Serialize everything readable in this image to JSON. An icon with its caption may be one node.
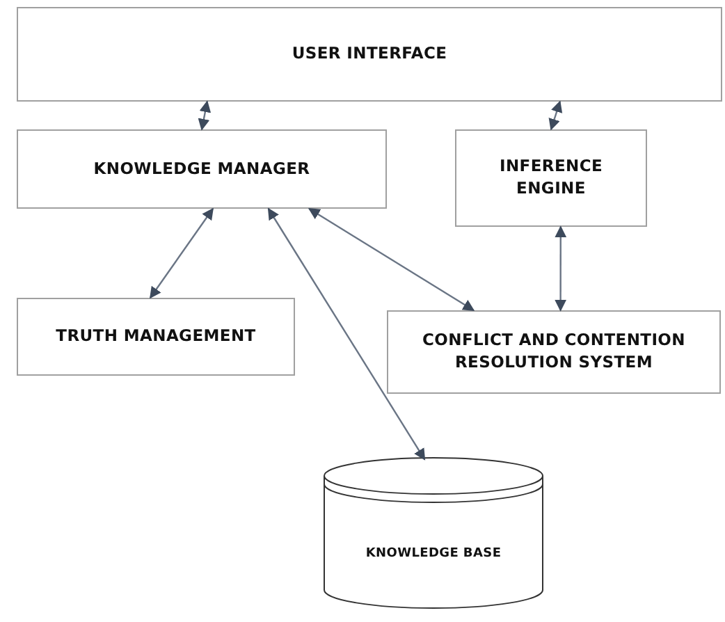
{
  "diagram": {
    "nodes": [
      {
        "text": [
          "USER INTERFACE"
        ]
      },
      {
        "text": [
          "KNOWLEDGE MANAGER"
        ]
      },
      {
        "text": [
          "INFERENCE ENGINE"
        ]
      },
      {
        "text": [
          "TRUTH MANAGEMENT"
        ]
      },
      {
        "text": [
          "CONFLICT AND CONTENTION RESOLUTION SYSTEM"
        ]
      },
      {
        "text": [
          "KNOWLEDGE BASE"
        ]
      }
    ],
    "edges": [
      {
        "from": 0,
        "to": 1,
        "arrow": "both"
      },
      {
        "from": 0,
        "to": 2,
        "arrow": "both"
      },
      {
        "from": 1,
        "to": 3,
        "arrow": "both"
      },
      {
        "from": 1,
        "to": 4,
        "arrow": "both"
      },
      {
        "from": 1,
        "to": 5,
        "arrow": "both"
      },
      {
        "from": 2,
        "to": 4,
        "arrow": "both"
      }
    ]
  }
}
